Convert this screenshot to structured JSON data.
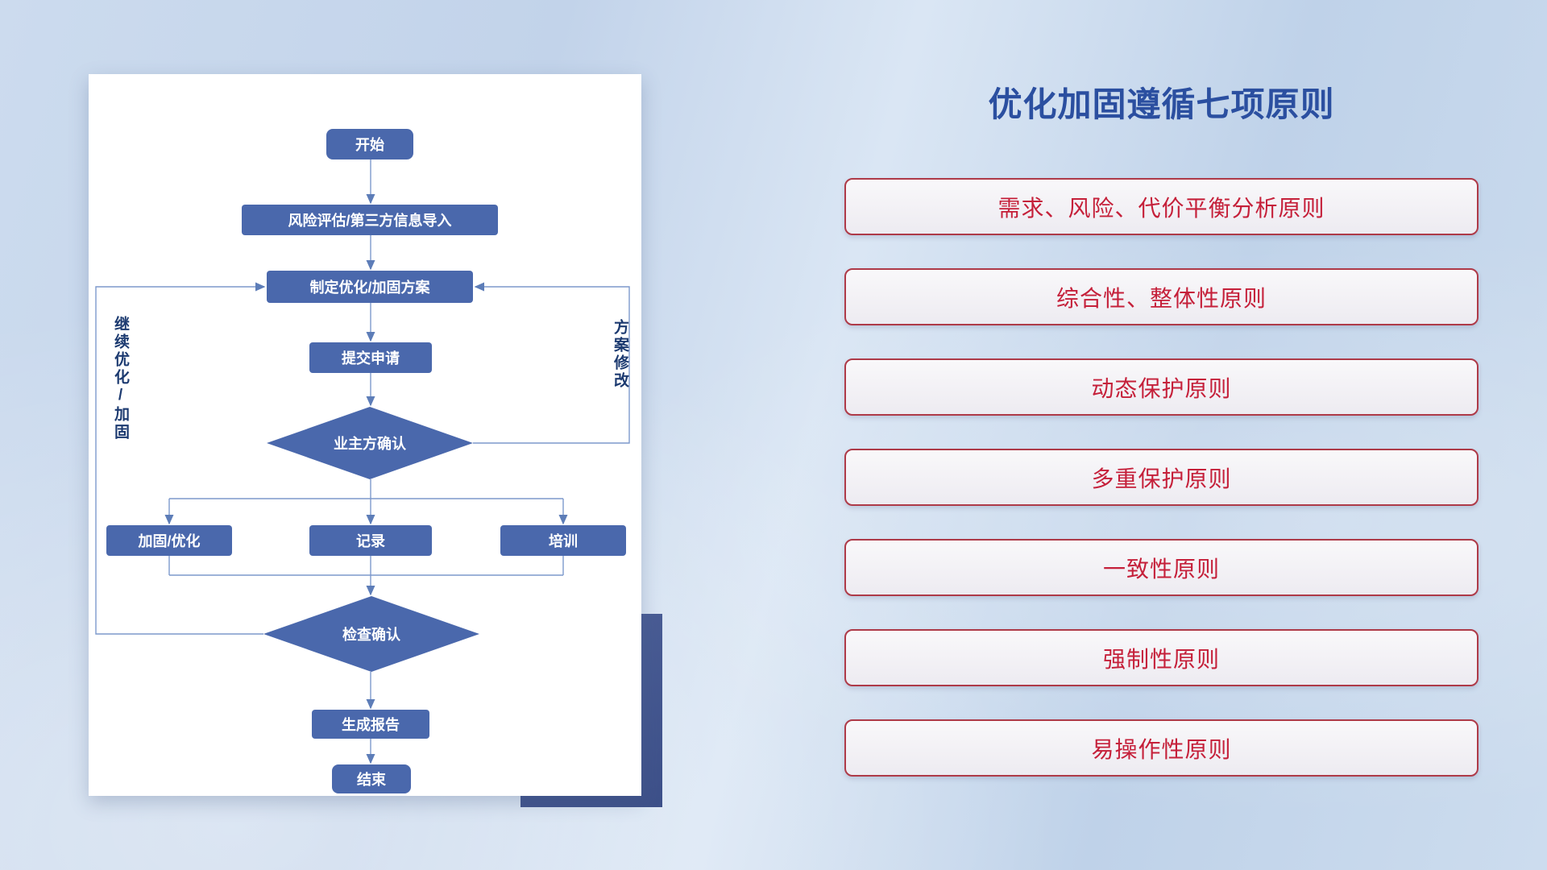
{
  "title": "优化加固遵循七项原则",
  "flowchart": {
    "nodes": {
      "start": "开始",
      "risk": "风险评估/第三方信息导入",
      "plan": "制定优化/加固方案",
      "submit": "提交申请",
      "owner_confirm": "业主方确认",
      "reinforce": "加固/优化",
      "record": "记录",
      "training": "培训",
      "check_confirm": "检查确认",
      "report": "生成报告",
      "end": "结束"
    },
    "labels": {
      "left_loop": "继续优化/加固",
      "right_loop": "方案修改"
    }
  },
  "principles": [
    "需求、风险、代价平衡分析原则",
    "综合性、整体性原则",
    "动态保护原则",
    "多重保护原则",
    "一致性原则",
    "强制性原则",
    "易操作性原则"
  ],
  "colors": {
    "node_fill": "#4a68ac",
    "connector_line": "#7d99cc",
    "title_blue": "#2b4fa0",
    "principle_red": "#c5203a",
    "principle_border": "#ae3a48"
  }
}
